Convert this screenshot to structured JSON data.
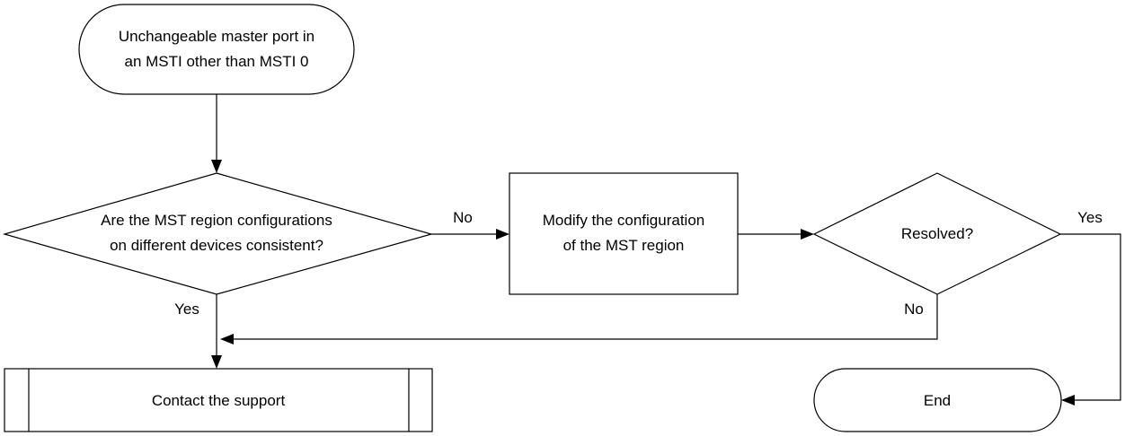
{
  "nodes": {
    "start": {
      "lines": [
        "Unchangeable master port in",
        "an MSTI other than MSTI 0"
      ]
    },
    "check_consistency": {
      "lines": [
        "Are the MST region configurations",
        "on different devices consistent?"
      ]
    },
    "modify": {
      "lines": [
        "Modify the configuration",
        "of the MST region"
      ]
    },
    "resolved": {
      "lines": [
        "Resolved?"
      ]
    },
    "contact": {
      "lines": [
        "Contact the support"
      ]
    },
    "end": {
      "lines": [
        "End"
      ]
    }
  },
  "edges": {
    "check_no": "No",
    "check_yes": "Yes",
    "resolved_yes": "Yes",
    "resolved_no": "No"
  }
}
